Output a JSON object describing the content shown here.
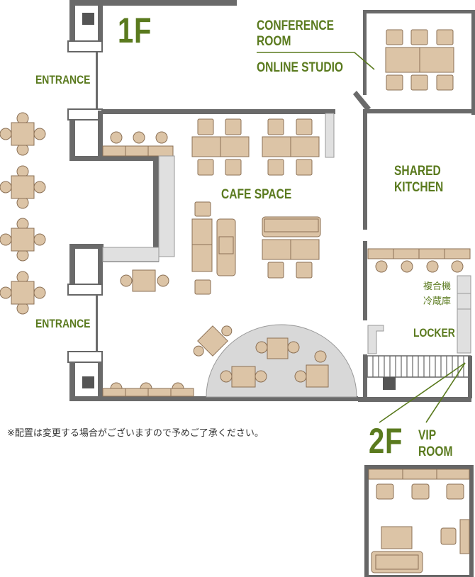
{
  "floors": {
    "first": "1F",
    "second": "2F"
  },
  "rooms": {
    "conference_line1": "CONFERENCE",
    "conference_line2": "ROOM",
    "online_studio": "ONLINE STUDIO",
    "shared_kitchen_line1": "SHARED",
    "shared_kitchen_line2": "KITCHEN",
    "cafe_space": "CAFE SPACE",
    "vip_line1": "VIP",
    "vip_line2": "ROOM",
    "locker": "LOCKER"
  },
  "entrances": {
    "top": "ENTRANCE",
    "bottom": "ENTRANCE"
  },
  "equipment": {
    "copier": "複合機",
    "fridge": "冷蔵庫"
  },
  "note": "※配置は変更する場合がございますので予めご了承ください。",
  "colors": {
    "wall": "#666666",
    "furniture": "#dcc4a6",
    "furniture_edge": "#8b7055",
    "counter": "#e0e0e0",
    "label": "#5a7a1e"
  }
}
